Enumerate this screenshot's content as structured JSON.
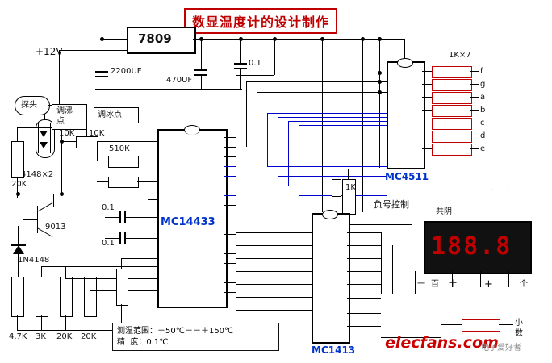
{
  "title": "数显温度计的设计制作",
  "power": {
    "label": "+12V"
  },
  "regulator": {
    "label": "7809"
  },
  "caps": [
    {
      "name": "cap-2200uf",
      "label": "2200UF"
    },
    {
      "name": "cap-470uf",
      "label": "470UF"
    },
    {
      "name": "cap-0-1-top",
      "label": "0.1"
    },
    {
      "name": "cap-0-1-mid",
      "label": "0.1"
    },
    {
      "name": "cap-0-1-low",
      "label": "0.1"
    }
  ],
  "probe": {
    "label": "探头"
  },
  "adjust_boil": {
    "label": "调沸点"
  },
  "adjust_ice": {
    "label": "调冰点"
  },
  "pots": [
    {
      "name": "pot-10k-left",
      "label": "10K"
    },
    {
      "name": "pot-10k-right",
      "label": "10K"
    }
  ],
  "resistors": [
    {
      "name": "r-510k",
      "label": "510K"
    },
    {
      "name": "r-20k-top",
      "label": "20K"
    },
    {
      "name": "r-1k",
      "label": "1K"
    },
    {
      "name": "r-4k7",
      "label": "4.7K"
    },
    {
      "name": "r-3k",
      "label": "3K"
    },
    {
      "name": "r-20k-a",
      "label": "20K"
    },
    {
      "name": "r-20k-b",
      "label": "20K"
    },
    {
      "name": "r-1kx7",
      "label": "1K×7"
    }
  ],
  "diodes": [
    {
      "name": "diode-4148x2",
      "label": "4148×2"
    },
    {
      "name": "diode-1n4148",
      "label": "1N4148"
    }
  ],
  "transistor": {
    "label": "9013"
  },
  "chips": [
    {
      "name": "chip-mc14433",
      "label": "MC14433"
    },
    {
      "name": "chip-mc4511",
      "label": "MC4511"
    },
    {
      "name": "chip-mc1413",
      "label": "MC1413"
    }
  ],
  "sign_control": {
    "label": "负号控制"
  },
  "common_cathode": {
    "label": "共阴"
  },
  "segment_labels": [
    "f",
    "g",
    "a",
    "b",
    "c",
    "d",
    "e"
  ],
  "dots": "· · · ·",
  "display": {
    "value": "188.8"
  },
  "digit_labels": [
    "百",
    "十",
    "个"
  ],
  "minus_label": "一",
  "plus_label": "+",
  "decimal_label": "小数",
  "spec_note": "测温范围：－50℃－－＋150℃\n精  度：0.1℃",
  "watermark": {
    "main": "elecfans.com",
    "sub": "电子爱好者"
  },
  "colors": {
    "title_red": "#c00000",
    "chip_blue": "#0033cc",
    "wire_black": "#000000",
    "display_red": "#c00000"
  }
}
